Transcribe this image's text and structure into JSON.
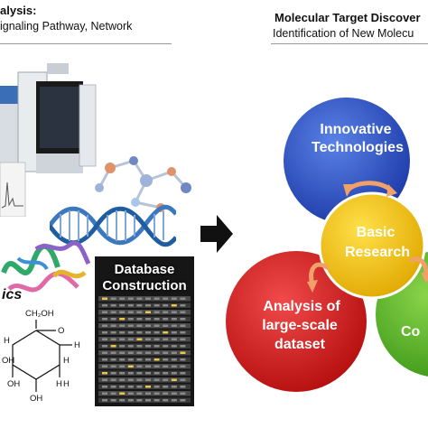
{
  "header": {
    "left_title": "alysis:",
    "left_subtitle": "ignaling Pathway, Network",
    "right_title": "Molecular Target Discover",
    "right_subtitle": "Identification of New Molecu"
  },
  "left_panel": {
    "omics_label": "ics",
    "database_label_line1": "Database",
    "database_label_line2": "Construction",
    "sugar_labels": [
      "CH₂OH",
      "O",
      "H",
      "H",
      "OH",
      "H",
      "OH",
      "H",
      "OH",
      "H"
    ]
  },
  "venn": {
    "top_circle_line1": "Innovative",
    "top_circle_line2": "Technologies",
    "center_line1": "Basic",
    "center_line2": "Research",
    "left_circle_line1": "Analysis of",
    "left_circle_line2": "large-scale",
    "left_circle_line3": "dataset",
    "right_circle_label": "Co",
    "colors": {
      "top": "#2a50c8",
      "center": "#f2c400",
      "left": "#d81a1a",
      "right": "#62b82a",
      "arrows": "#f2a06a"
    }
  }
}
